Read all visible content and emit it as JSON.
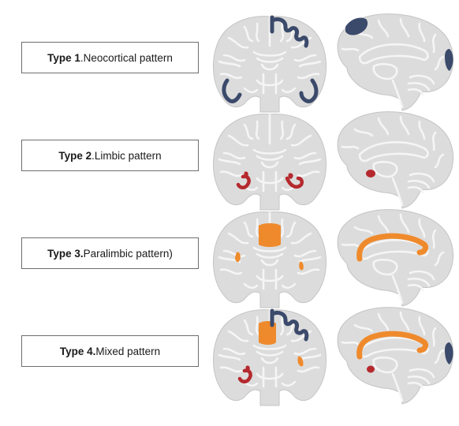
{
  "rows": [
    {
      "type_label": "Type 1",
      "separator": ".",
      "pattern": " Neocortical pattern"
    },
    {
      "type_label": "Type 2",
      "separator": ".",
      "pattern": " Limbic pattern"
    },
    {
      "type_label": "Type 3.",
      "separator": "",
      "pattern": " Paralimbic pattern)"
    },
    {
      "type_label": "Type 4.",
      "separator": "",
      "pattern": " Mixed pattern"
    }
  ],
  "colors": {
    "neocortical": "#3b4a6b",
    "limbic": "#b5292e",
    "paralimbic": "#ef8a2c",
    "brain_fill": "#dedede",
    "brain_line": "#f7f7f7",
    "brain_edge": "#bcbcbc"
  }
}
